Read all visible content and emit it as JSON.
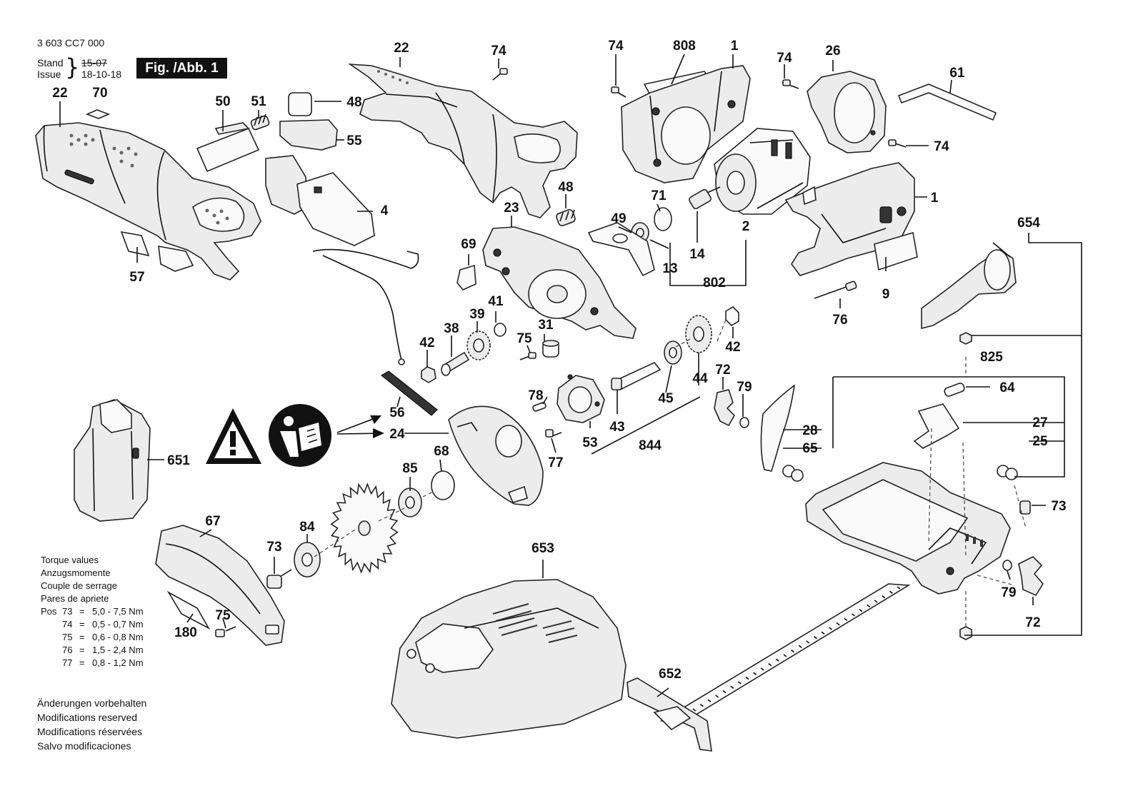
{
  "header": {
    "doc_number": "3 603 CC7 000",
    "stand_label": "Stand",
    "stand_value": "15-07",
    "issue_label": "Issue",
    "issue_value": "18-10-18",
    "figure_label": "Fig. /Abb. 1"
  },
  "torque": {
    "titles": [
      "Torque values",
      "Anzugsmomente",
      "Couple de serrage",
      "Pares de apriete"
    ],
    "pos_label": "Pos",
    "rows": [
      {
        "pos": "73",
        "value": "5,0 - 7,5 Nm"
      },
      {
        "pos": "74",
        "value": "0,5 - 0,7 Nm"
      },
      {
        "pos": "75",
        "value": "0,6 - 0,8 Nm"
      },
      {
        "pos": "76",
        "value": "1,5 - 2,4 Nm"
      },
      {
        "pos": "77",
        "value": "0,8 - 1,2 Nm"
      }
    ]
  },
  "modifications": [
    "Änderungen vorbehalten",
    "Modifications reserved",
    "Modifications réservées",
    "Salvo modificaciones"
  ],
  "callouts": {
    "c22a": "22",
    "c70": "70",
    "c50": "50",
    "c51": "51",
    "c48a": "48",
    "c55": "55",
    "c22b": "22",
    "c74a": "74",
    "c74b": "74",
    "c808": "808",
    "c1a": "1",
    "c74c": "74",
    "c26": "26",
    "c61": "61",
    "c74d": "74",
    "c1b": "1",
    "c4": "4",
    "c57": "57",
    "c48b": "48",
    "c23": "23",
    "c49": "49",
    "c71": "71",
    "c2": "2",
    "c14": "14",
    "c13": "13",
    "c802": "802",
    "c9": "9",
    "c76": "76",
    "c654": "654",
    "c69": "69",
    "c41": "41",
    "c39": "39",
    "c38": "38",
    "c42a": "42",
    "c75a": "75",
    "c31": "31",
    "c42b": "42",
    "c44": "44",
    "c45": "45",
    "c72a": "72",
    "c79a": "79",
    "c78": "78",
    "c43": "43",
    "c53": "53",
    "c844": "844",
    "c77": "77",
    "c56": "56",
    "c24": "24",
    "c28": "28",
    "c65": "65",
    "c825": "825",
    "c64": "64",
    "c27": "27",
    "c25": "25",
    "c73a": "73",
    "c79b": "79",
    "c72b": "72",
    "c651": "651",
    "c68": "68",
    "c85": "85",
    "c67": "67",
    "c84": "84",
    "c73b": "73",
    "c653": "653",
    "c75b": "75",
    "c180": "180",
    "c652": "652"
  }
}
